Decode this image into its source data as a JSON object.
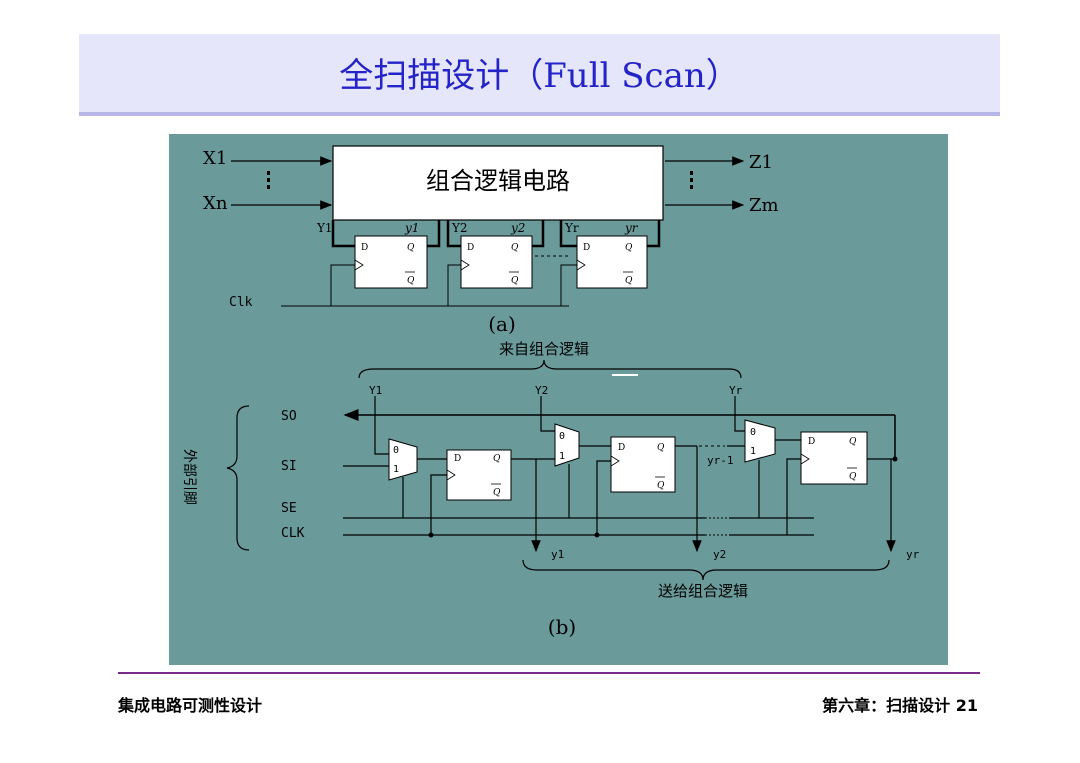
{
  "slide": {
    "title": "全扫描设计（Full Scan）",
    "footer_left": "集成电路可测性设计",
    "footer_right": "第六章：扫描设计 21"
  },
  "diagram_a": {
    "comb_block": "组合逻辑电路",
    "inputs": [
      "X1",
      "Xn"
    ],
    "outputs": [
      "Z1",
      "Zm"
    ],
    "state_labels": [
      "Y1",
      "y1",
      "Y2",
      "y2",
      "Yr",
      "yr"
    ],
    "clk": "Clk",
    "caption": "(a)"
  },
  "diagram_b": {
    "from_label": "来自组合逻辑",
    "to_label": "送给组合逻辑",
    "ext_pins": "外部引脚",
    "pins": [
      "SO",
      "SI",
      "SE",
      "CLK"
    ],
    "Y_labels": [
      "Y1",
      "Y2",
      "Yr"
    ],
    "y_outputs": [
      "y1",
      "y2",
      "yr"
    ],
    "yr_minus_1": "yr-1",
    "caption": "(b)"
  },
  "ff": {
    "d": "D",
    "q": "Q",
    "qbar": "Q"
  },
  "mux": {
    "zero": "0",
    "one": "1"
  },
  "colors": {
    "figure_bg": "#6a9a9a",
    "title_color": "#2323c8",
    "band": "#e6e6fa"
  }
}
